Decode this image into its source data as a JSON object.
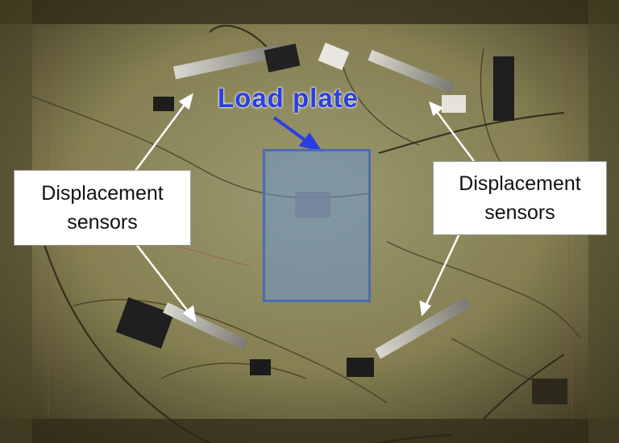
{
  "labels": {
    "left_sensors_line1": "Displacement",
    "left_sensors_line2": "sensors",
    "right_sensors_line1": "Displacement",
    "right_sensors_line2": "sensors",
    "load_plate": "Load plate"
  },
  "colors": {
    "load_plate_text": "#2b3fe0",
    "load_plate_fill": "#6e96cd",
    "load_plate_border": "#4a6db0",
    "arrow_white": "#ffffff",
    "arrow_blue": "#2b3fe0",
    "concrete_surface": "#8a8658"
  }
}
